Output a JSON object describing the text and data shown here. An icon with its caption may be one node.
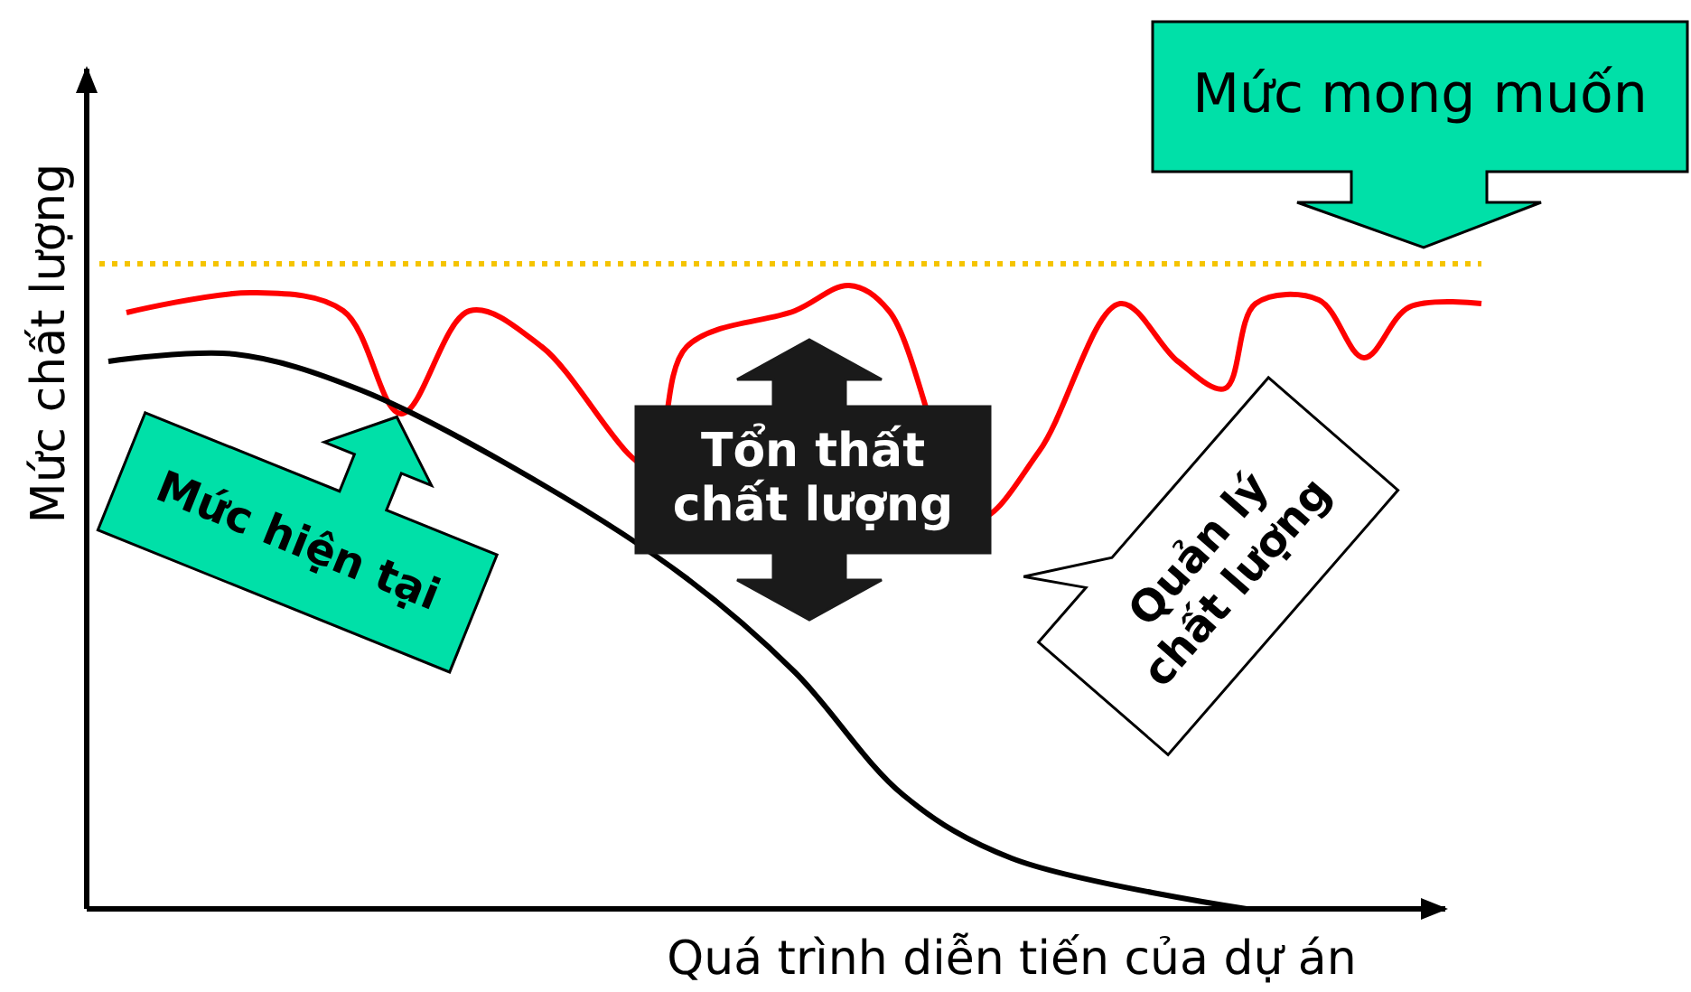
{
  "diagram": {
    "nodes": [
      {
        "text": [
          "Mức mong muốn"
        ]
      },
      {
        "text": [
          "Mức hiện tại"
        ]
      },
      {
        "text": [
          "Tổn thất chất lượng"
        ]
      },
      {
        "text": [
          "Quản lý chất lượng"
        ]
      }
    ],
    "labels": [
      "Mức chất lượng",
      "Quá trình diễn tiến của dự án"
    ]
  }
}
